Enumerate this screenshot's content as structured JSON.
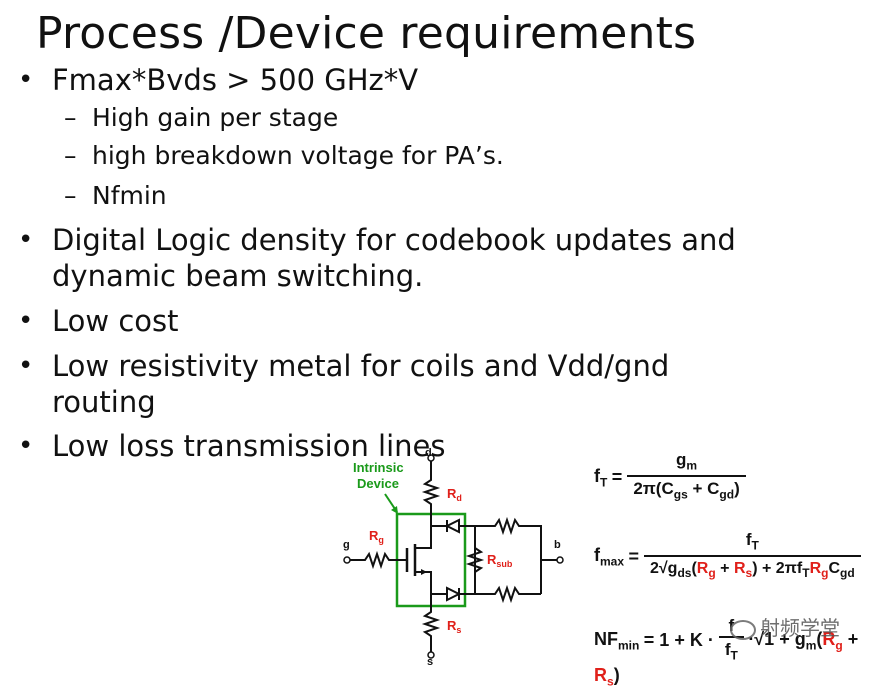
{
  "title": "Process /Device requirements",
  "bullets": {
    "b1": "Fmax*Bvds >  500 GHz*V",
    "b1_sub1": "High gain per stage",
    "b1_sub2": " high breakdown voltage for PA’s.",
    "b1_sub3": "Nfmin",
    "b2_line1": "Digital Logic density  for codebook updates and",
    "b2_line2": "dynamic beam switching.",
    "b3": "Low cost",
    "b4_line1": "Low resistivity metal for coils and Vdd/gnd",
    "b4_line2": "routing",
    "b5": "Low loss transmission lines"
  },
  "bullet_symbol": "•",
  "dash_symbol": "–",
  "circuit": {
    "intrinsic_label_1": "Intrinsic",
    "intrinsic_label_2": "Device",
    "node_d": "d",
    "node_g": "g",
    "node_s": "s",
    "node_b": "b",
    "r_d": "R",
    "r_d_sub": "d",
    "r_g": "R",
    "r_g_sub": "g",
    "r_s": "R",
    "r_s_sub": "s",
    "r_sub": "R",
    "r_sub_sub": "sub",
    "box_color": "#1a9a1a",
    "label_color": "#e0201a"
  },
  "equations": {
    "ft_lhs": "f",
    "ft_lhs_sub": "T",
    "ft_num": "g",
    "ft_num_sub": "m",
    "ft_den": "2π(C",
    "ft_den_sub1": "gs",
    "ft_den_mid": " + C",
    "ft_den_sub2": "gd",
    "ft_den_end": ")",
    "fmax_lhs": "f",
    "fmax_lhs_sub": "max",
    "fmax_num": "f",
    "fmax_num_sub": "T",
    "fmax_den_a": "2√g",
    "fmax_den_a_sub": "ds",
    "fmax_den_b": "(",
    "fmax_den_rg": "R",
    "fmax_den_rg_sub": "g",
    "fmax_den_plus": " + ",
    "fmax_den_rs": "R",
    "fmax_den_rs_sub": "s",
    "fmax_den_c": ") + 2πf",
    "fmax_den_c_sub": "T",
    "fmax_den_rg2": "R",
    "fmax_den_rg2_sub": "g",
    "fmax_den_d": "C",
    "fmax_den_d_sub": "gd",
    "nf_lhs": "NF",
    "nf_lhs_sub": "min",
    "nf_rhs": " = 1 + K · ",
    "nf_frac_num": "f",
    "nf_frac_den": "f",
    "nf_frac_den_sub": "T",
    "nf_tail": "·√1 + g",
    "nf_tail_sub": "m",
    "nf_open": "(",
    "nf_rg": "R",
    "nf_rg_sub": "g",
    "nf_plus": " + ",
    "nf_rs": "R",
    "nf_rs_sub": "s",
    "nf_close": ")",
    "equals": " = "
  },
  "watermark": "射频学堂"
}
